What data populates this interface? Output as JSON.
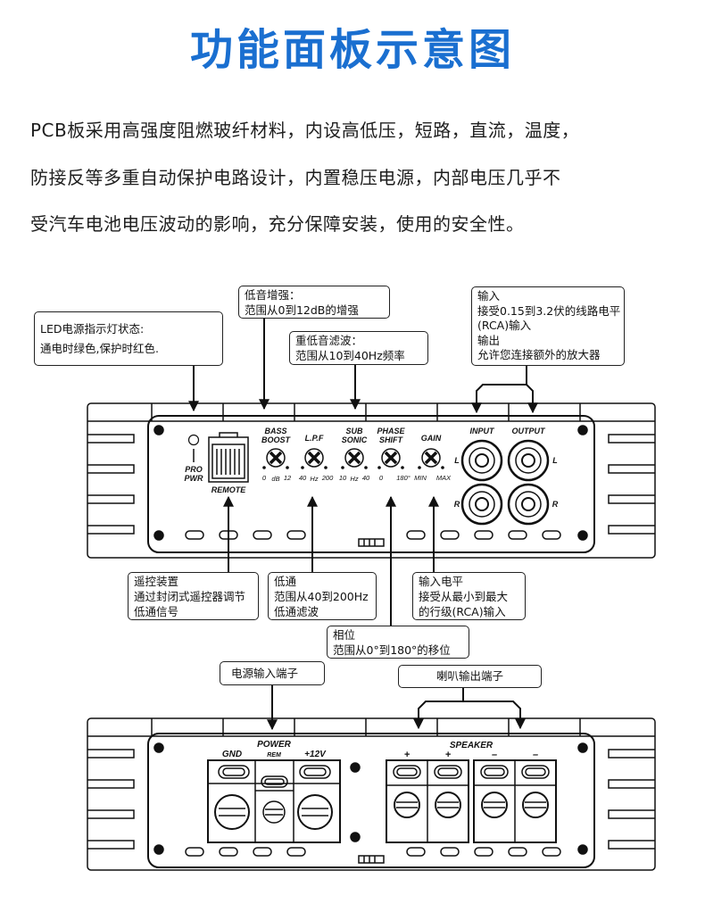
{
  "title": "功能面板示意图",
  "intro": [
    "PCB板采用高强度阻燃玻纤材料，内设高低压，短路，直流，温度，",
    "防接反等多重自动保护电路设计，内置稳压电源，内部电压几乎不",
    "受汽车电池电压波动的影响，充分保障安装，使用的安全性。"
  ],
  "callouts": {
    "led": [
      "LED电源指示灯状态:",
      "通电时绿色,保护时红色."
    ],
    "bass": [
      "低音增强：",
      "范围从0到12dB的增强"
    ],
    "sub": [
      "重低音滤波：",
      "范围从10到40Hz频率"
    ],
    "io": [
      "输入",
      "接受0.15到3.2伏的线路电平",
      "(RCA)输入",
      "输出",
      "允许您连接额外的放大器"
    ],
    "remote": [
      "遥控装置",
      "通过封闭式遥控器调节",
      "低通信号"
    ],
    "lpf": [
      "低通",
      "范围从40到200Hz",
      "低通滤波"
    ],
    "gain": [
      "输入电平",
      "接受从最小到最大",
      "的行级(RCA)输入"
    ],
    "phase": [
      "相位",
      "范围从0°到180°的移位"
    ],
    "power": [
      "电源输入端子"
    ],
    "speaker": [
      "喇叭输出端子"
    ]
  },
  "front_panel": {
    "led_labels": [
      "PRO",
      "PWR"
    ],
    "remote_label": "REMOTE",
    "knobs": [
      {
        "name": [
          "BASS",
          "BOOST"
        ],
        "min": "0",
        "unit": "dB",
        "max": "12"
      },
      {
        "name": [
          "L.P.F",
          ""
        ],
        "min": "40",
        "unit": "Hz",
        "max": "200"
      },
      {
        "name": [
          "SUB",
          "SONIC"
        ],
        "min": "10",
        "unit": "Hz",
        "max": "40"
      },
      {
        "name": [
          "PHASE",
          "SHIFT"
        ],
        "min": "0",
        "unit": "",
        "max": "180°"
      },
      {
        "name": [
          "GAIN",
          ""
        ],
        "min": "MIN",
        "unit": "",
        "max": "MAX"
      }
    ],
    "input_label": "INPUT",
    "output_label": "OUTPUT",
    "channel_left": "L",
    "channel_right": "R"
  },
  "rear_panel": {
    "power_label": "POWER",
    "gnd_label": "GND",
    "rem_label": "REM",
    "v12_label": "+12V",
    "speaker_label": "SPEAKER",
    "speaker_signs": [
      "+",
      "+",
      "–",
      "–"
    ]
  },
  "colors": {
    "title": "#1a6fd0",
    "line": "#111111"
  }
}
